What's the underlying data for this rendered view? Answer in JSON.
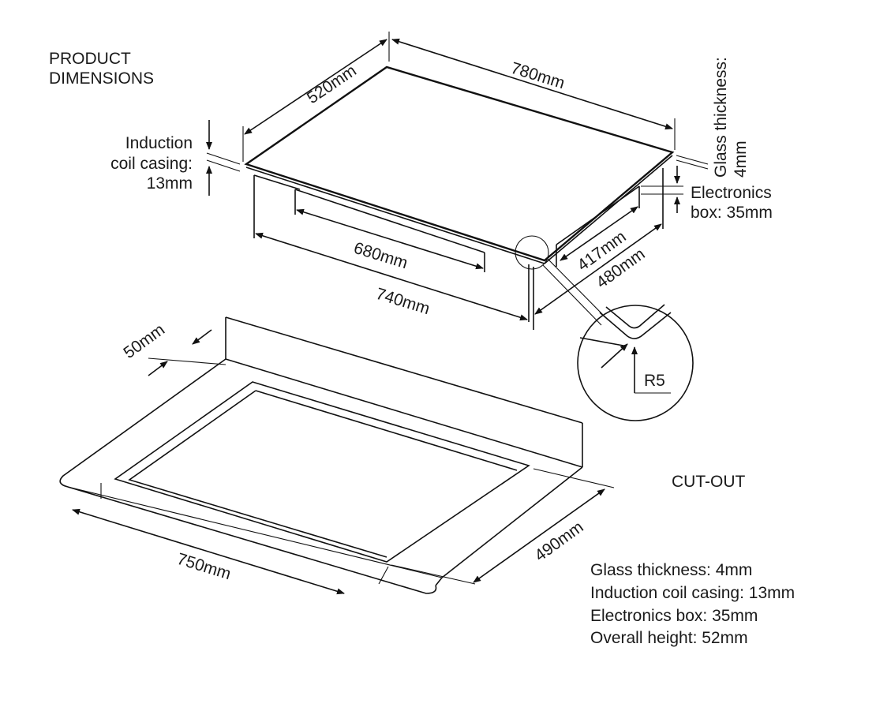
{
  "section_product": {
    "line1": "PRODUCT",
    "line2": "DIMENSIONS"
  },
  "section_cutout": {
    "label": "CUT-OUT"
  },
  "product": {
    "depth_top": "520mm",
    "width_top": "780mm",
    "width_mid": "740mm",
    "width_inner": "680mm",
    "depth_side": "480mm",
    "depth_inner": "417mm",
    "coil_casing": {
      "line1": "Induction",
      "line2": "coil casing:",
      "line3": "13mm"
    },
    "glass_thickness": {
      "line1": "Glass thickness:",
      "line2": "4mm"
    },
    "electronics_box": {
      "line1": "Electronics",
      "line2": "box: 35mm"
    },
    "corner_radius": "R5"
  },
  "cutout": {
    "offset": "50mm",
    "width": "750mm",
    "depth": "490mm"
  },
  "specs": [
    "Glass thickness: 4mm",
    "Induction coil casing: 13mm",
    "Electronics box: 35mm",
    "Overall height: 52mm"
  ]
}
